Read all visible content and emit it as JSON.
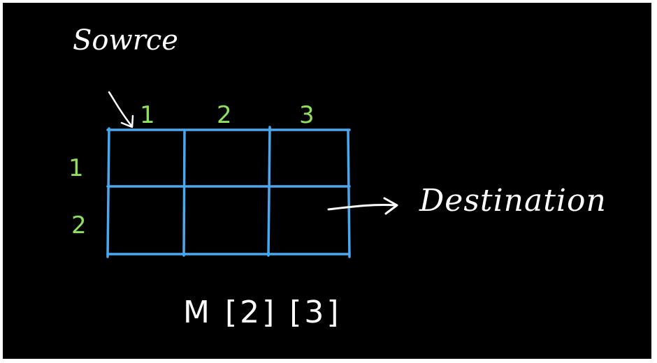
{
  "source_label": "Sowrce",
  "destination_label": "Destination",
  "matrix_label": "M [2] [3]",
  "column_indices": [
    "1",
    "2",
    "3"
  ],
  "row_indices": [
    "1",
    "2"
  ],
  "colors": {
    "background": "#000000",
    "grid": "#4aa8f0",
    "index": "#8fe05a",
    "text": "#ffffff"
  },
  "grid": {
    "rows": 2,
    "columns": 3
  }
}
